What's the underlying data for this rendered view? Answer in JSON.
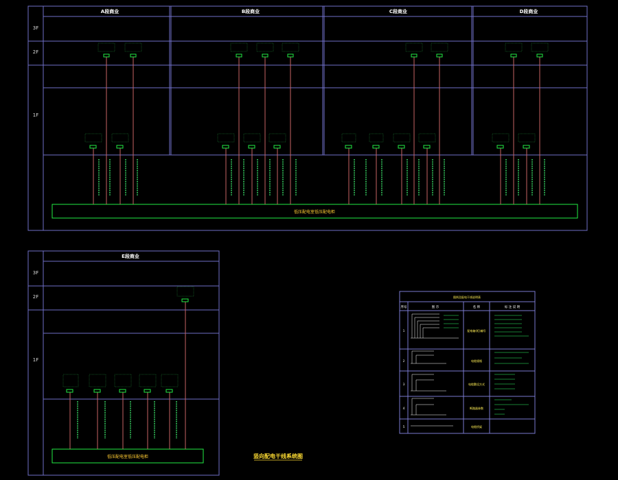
{
  "top_sections": [
    "A段商业",
    "B段商业",
    "C段商业",
    "D段商业"
  ],
  "bottom_section": "E段商业",
  "floors": [
    "3F",
    "2F",
    "1F"
  ],
  "bus_label_top": "低压配电室低压配电柜",
  "bus_label_bottom": "低压配电室低压配电柜",
  "drawing_title": "竖向配电干线系统图",
  "legend_title": "图例及配电干线说明表",
  "legend_headers": [
    "序号",
    "图  示",
    "名  称",
    "标 注 说 明"
  ],
  "legend_rows": [
    {
      "no": "1",
      "name": "配电箱(柜)编号"
    },
    {
      "no": "2",
      "name": "电缆规格"
    },
    {
      "no": "3",
      "name": "电缆敷设方式"
    },
    {
      "no": "4",
      "name": "断路器参数"
    },
    {
      "no": "5",
      "name": "电缆桥架"
    }
  ],
  "colors": {
    "frame": "#6f6fc8",
    "riser": "#c86464",
    "green": "#33ff66",
    "title": "#ffdd33"
  }
}
